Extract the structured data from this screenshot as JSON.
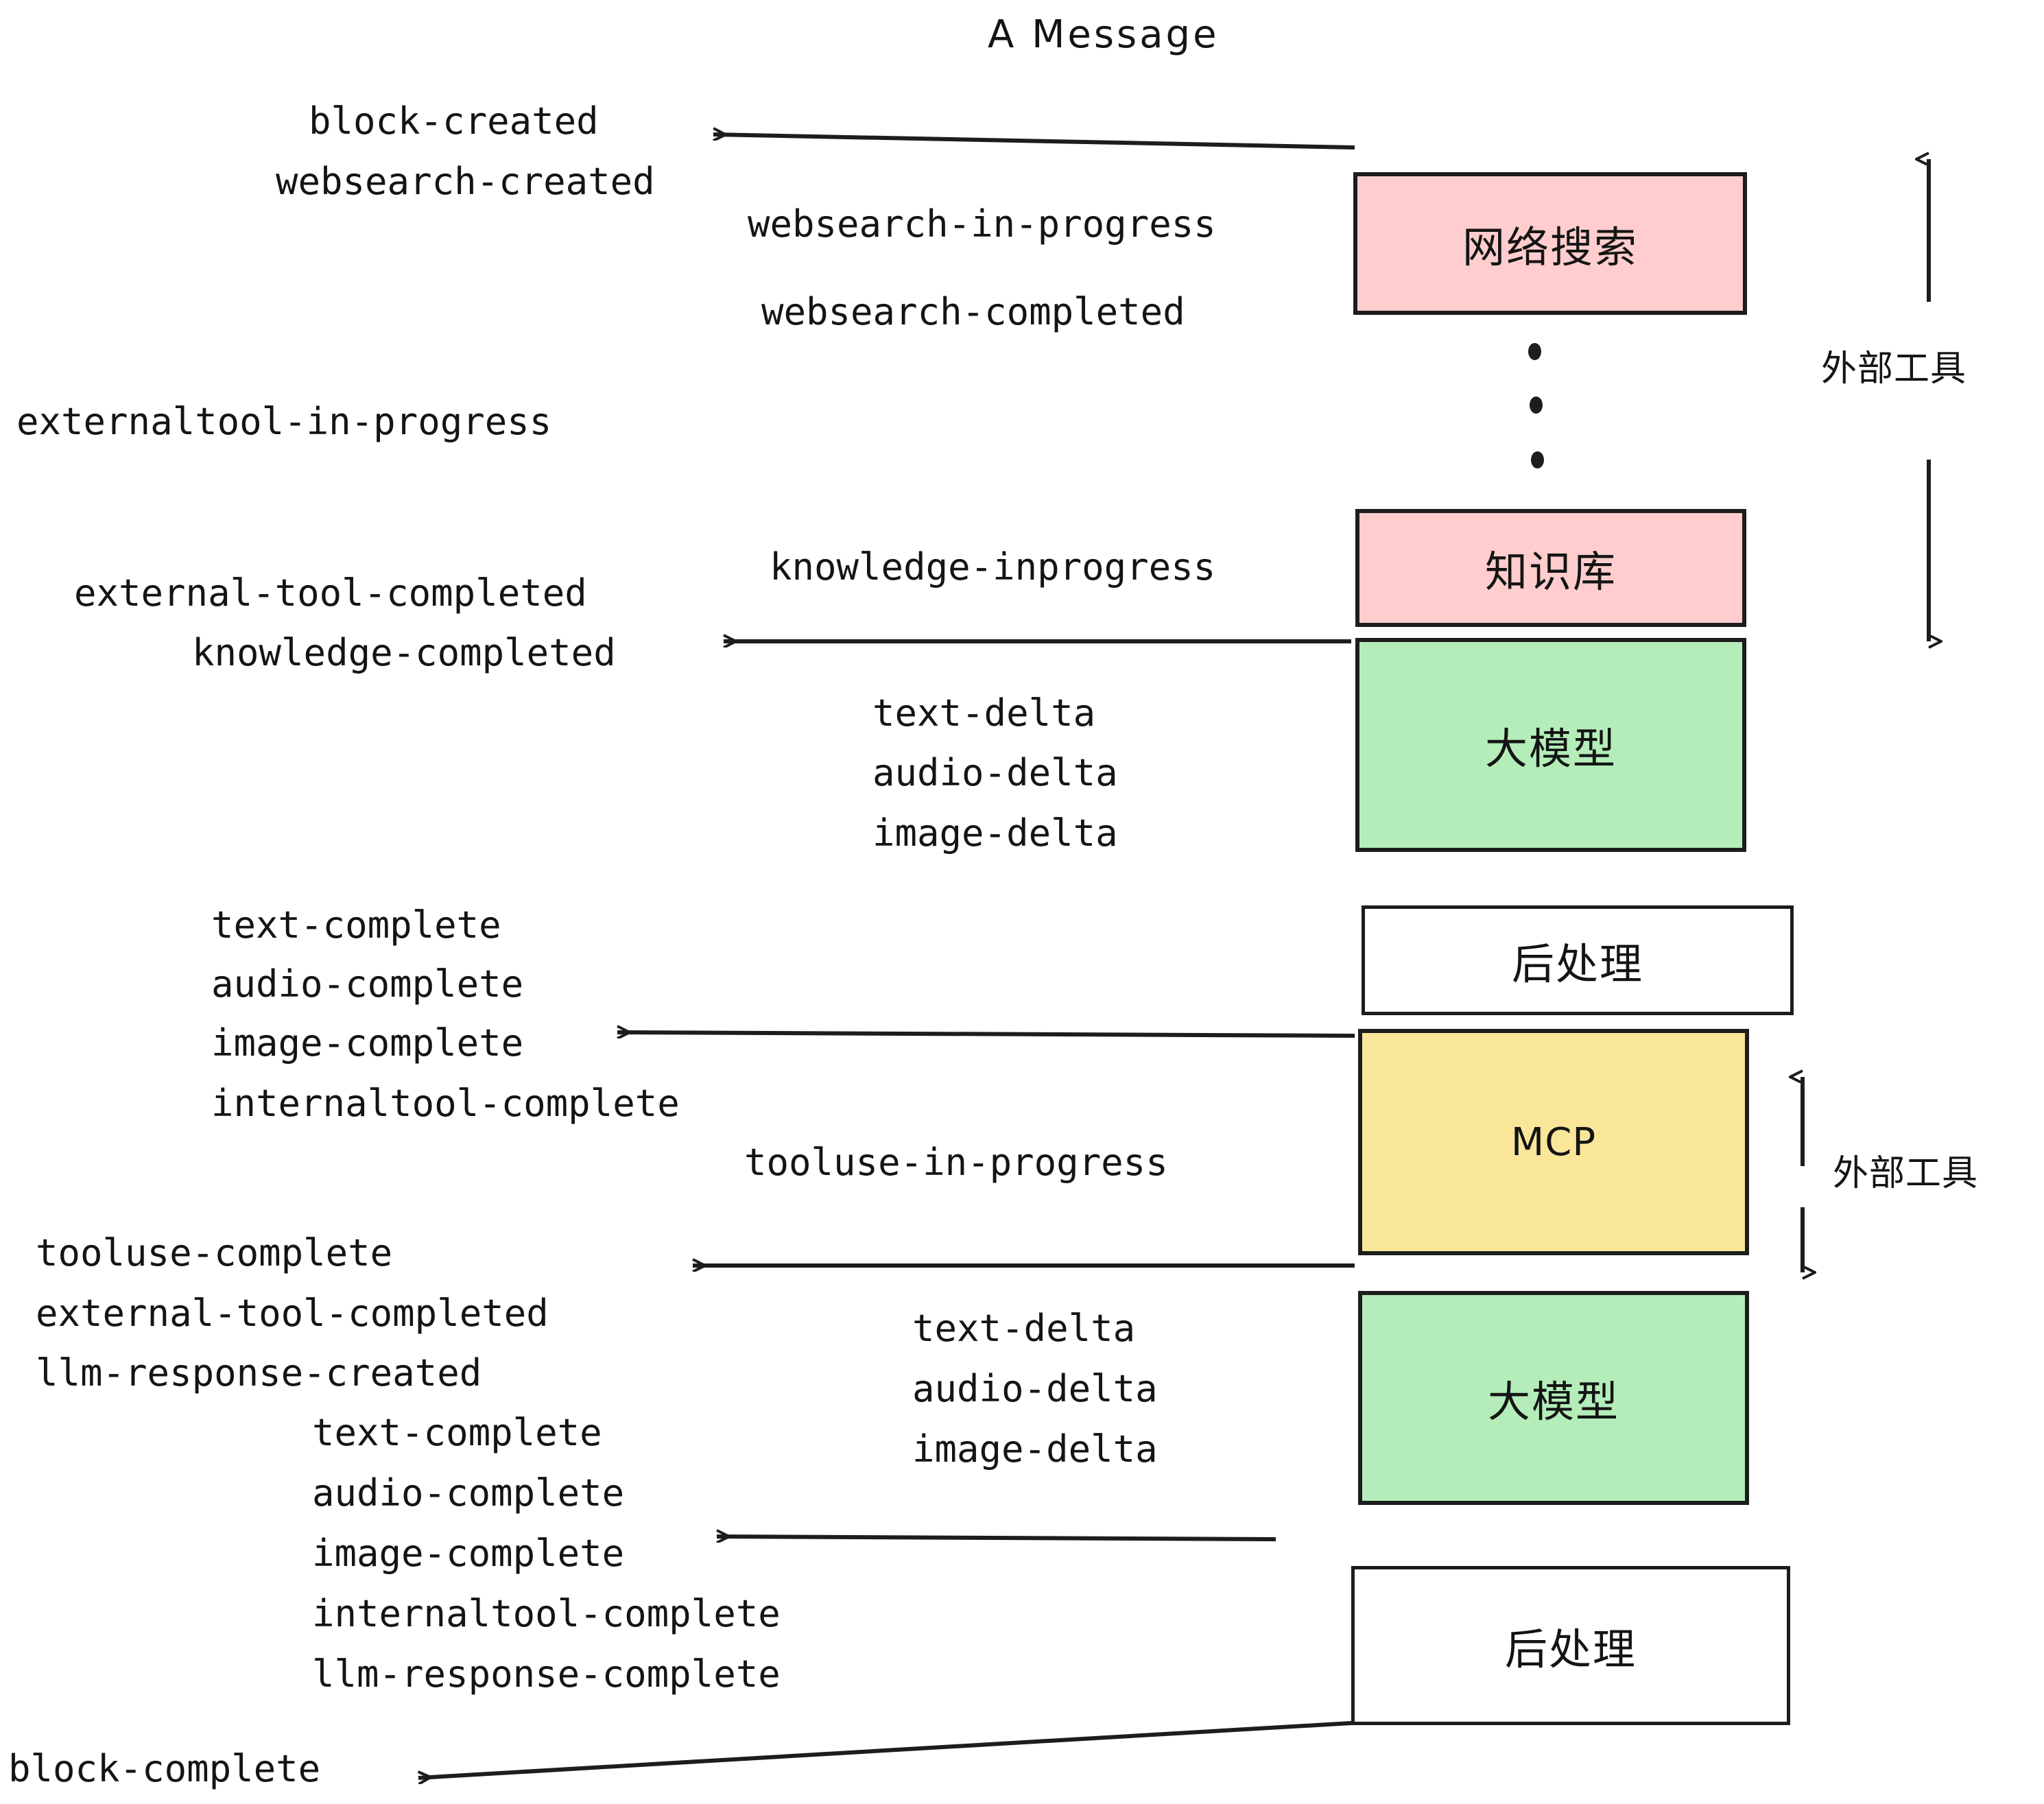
{
  "title": "A Message",
  "colors": {
    "pink": "#ffcdcd",
    "green": "#b4edb9",
    "yellow": "#fae699",
    "white": "#ffffff",
    "stroke": "#1d1d1d",
    "text": "#141414"
  },
  "boxes": {
    "websearch": "网络搜索",
    "knowledge": "知识库",
    "llm_top": "大模型",
    "postprocess_top": "后处理",
    "mcp": "MCP",
    "llm_bottom": "大模型",
    "postprocess_bottom": "后处理"
  },
  "annotations": {
    "external_tool_top": "外部工具",
    "external_tool_bottom": "外部工具"
  },
  "events": {
    "block_created": "block-created",
    "websearch_created": "websearch-created",
    "websearch_in_progress": "websearch-in-progress",
    "websearch_completed": "websearch-completed",
    "externaltool_in_progress": "externaltool-in-progress",
    "knowledge_inprogress": "knowledge-inprogress",
    "external_tool_completed_1": "external-tool-completed",
    "knowledge_completed": "knowledge-completed",
    "text_delta_1": "text-delta",
    "audio_delta_1": "audio-delta",
    "image_delta_1": "image-delta",
    "text_complete_1": "text-complete",
    "audio_complete_1": "audio-complete",
    "image_complete_1": "image-complete",
    "internaltool_complete_1": "internaltool-complete",
    "tooluse_in_progress": "tooluse-in-progress",
    "tooluse_complete": "tooluse-complete",
    "external_tool_completed_2": "external-tool-completed",
    "llm_response_created": "llm-response-created",
    "text_delta_2": "text-delta",
    "audio_delta_2": "audio-delta",
    "image_delta_2": "image-delta",
    "text_complete_2": "text-complete",
    "audio_complete_2": "audio-complete",
    "image_complete_2": "image-complete",
    "internaltool_complete_2": "internaltool-complete",
    "llm_response_complete": "llm-response-complete",
    "block_complete": "block-complete"
  }
}
